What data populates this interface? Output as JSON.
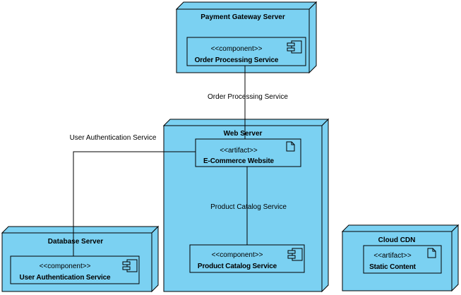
{
  "colors": {
    "node_fill": "#7BD1F2",
    "stroke": "#000000",
    "background": "#FFFFFF"
  },
  "nodes": {
    "payment": {
      "title": "Payment Gateway Server",
      "component": {
        "stereotype": "<<component>>",
        "name": "Order Processing Service"
      }
    },
    "web": {
      "title": "Web Server",
      "artifact": {
        "stereotype": "<<artifact>>",
        "name": "E-Commerce Website"
      },
      "component": {
        "stereotype": "<<component>>",
        "name": "Product Catalog Service"
      }
    },
    "database": {
      "title": "Database Server",
      "component": {
        "stereotype": "<<component>>",
        "name": "User Authentication Service"
      }
    },
    "cdn": {
      "title": "Cloud CDN",
      "artifact": {
        "stereotype": "<<artifact>>",
        "name": "Static Content"
      }
    }
  },
  "connectors": {
    "order": {
      "label": "Order Processing Service"
    },
    "catalog": {
      "label": "Product Catalog Service"
    },
    "auth": {
      "label": "User Authentication Service"
    }
  }
}
